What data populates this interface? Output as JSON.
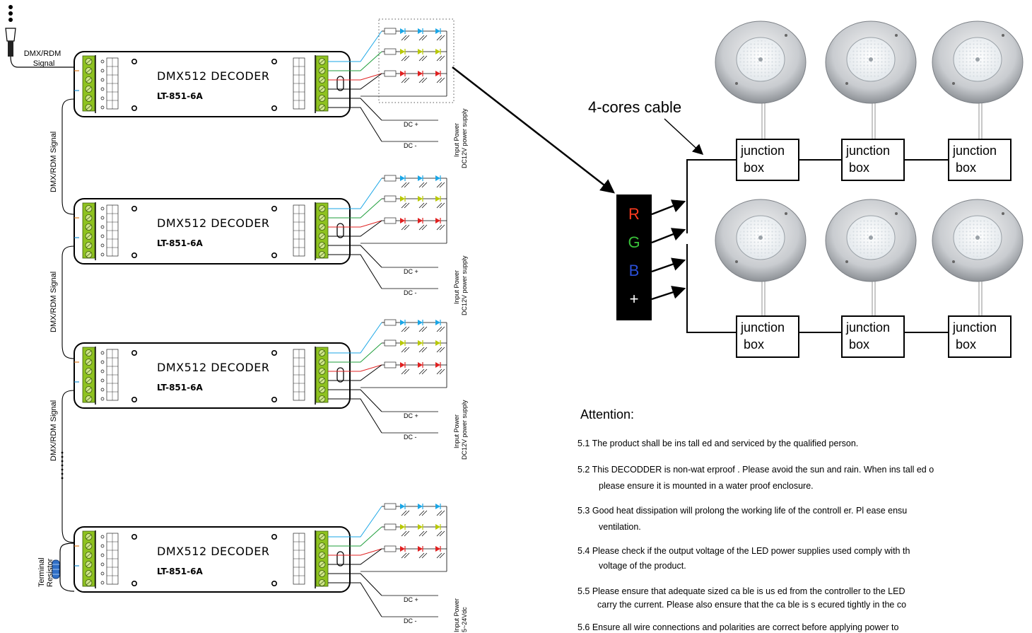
{
  "signal_top": "DMX/RDM\nSignal",
  "signal_top_l1": "DMX/RDM",
  "signal_top_l2": "Signal",
  "signal_vertical": "DMX/RDM  Signal",
  "decoder": {
    "name": "DMX512  DECODER",
    "model": "LT-851-6A"
  },
  "power": {
    "dc_plus": "DC +",
    "dc_minus": "DC -",
    "input_power": "Input  Power",
    "supply_12v": "DC12V power supply",
    "supply_range": "5~24Vdc"
  },
  "terminal_resistor_l1": "Terminal",
  "terminal_resistor_l2": "Resistor",
  "cable_label": "4-cores cable",
  "rgb": [
    {
      "letter": "R",
      "color": "#ff3b1f"
    },
    {
      "letter": "G",
      "color": "#39c23a"
    },
    {
      "letter": "B",
      "color": "#2a4fd8"
    },
    {
      "letter": "+",
      "color": "#ffffff"
    }
  ],
  "junction": {
    "line1": "junction",
    "line2": "box"
  },
  "colors": {
    "led_cyan": "#1aa6e6",
    "led_yellow": "#b8c800",
    "led_red": "#e02020",
    "terminal_green": "#8ec21f"
  },
  "attention": {
    "title": "Attention:",
    "lines": [
      "5.1 The  product  shall   be  ins tall ed  and  serviced   by  the  qualified   person.",
      "5.2 This DECODDER  is  non-wat erproof .  Please    avoid  the  sun  and  rain.  When  ins tall ed  o",
      "please  ensure   it  is  mounted  in  a  water  proof  enclosure.",
      "5.3  Good  heat  dissipation   will  prolong  the  working   life  of  the  controll er.  Pl ease  ensu",
      "ventilation.",
      "5.4  Please  check  if the  output voltage  of the  LED  power  supplies  used  comply  with  th",
      "voltage  of  the  product.",
      "5.5  Please   ensure   that  adequate  sized  ca ble  is  us ed  from  the  controller  to  the  LED",
      "carry  the  current.  Please   also  ensure  that  the  ca ble  is  s ecured  tightly  in  the  co",
      "5.6  Ensure  all  wire  connections  and  polarities   are  correct  before  applying  power  to"
    ]
  }
}
